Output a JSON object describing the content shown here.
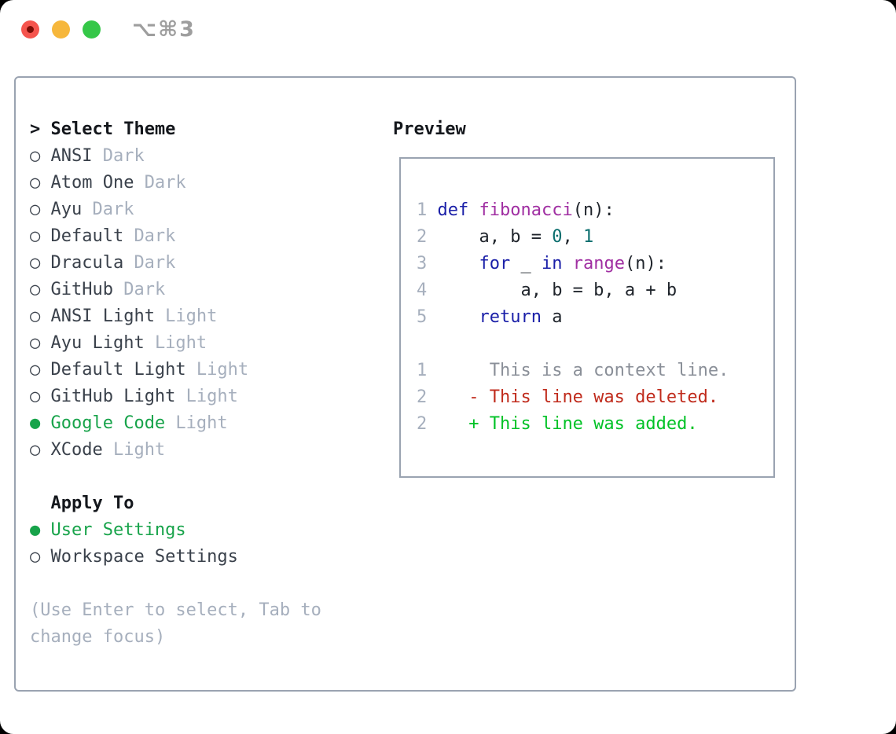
{
  "titlebar": {
    "title": "⌥⌘3"
  },
  "glyphs": {
    "radio_on": "●",
    "radio_off": "○",
    "header_marker": ">"
  },
  "colors": {
    "accent_green": "#17a34a",
    "diff_add": "#00c226",
    "diff_del": "#c02b1c",
    "keyword_blue": "#1a1fa8",
    "function_purple": "#a02fa2",
    "literal_teal": "#0b6e6e",
    "muted_gray": "#a6afbd",
    "context_gray": "#8a8f98",
    "border_gray": "#9aa3b1",
    "traffic_red": "#f5544d",
    "traffic_yellow": "#f6b73c",
    "traffic_green": "#35c748"
  },
  "sidebar": {
    "header_marker": ">",
    "header_label": "Select Theme",
    "items": [
      {
        "id": "ansi-dark",
        "name": "ANSI",
        "tag": "Dark",
        "selected": false
      },
      {
        "id": "atom-one-dark",
        "name": "Atom One",
        "tag": "Dark",
        "selected": false
      },
      {
        "id": "ayu-dark",
        "name": "Ayu",
        "tag": "Dark",
        "selected": false
      },
      {
        "id": "default-dark",
        "name": "Default",
        "tag": "Dark",
        "selected": false
      },
      {
        "id": "dracula-dark",
        "name": "Dracula",
        "tag": "Dark",
        "selected": false
      },
      {
        "id": "github-dark",
        "name": "GitHub",
        "tag": "Dark",
        "selected": false
      },
      {
        "id": "ansi-light",
        "name": "ANSI Light",
        "tag": "Light",
        "selected": false
      },
      {
        "id": "ayu-light",
        "name": "Ayu Light",
        "tag": "Light",
        "selected": false
      },
      {
        "id": "default-light",
        "name": "Default Light",
        "tag": "Light",
        "selected": false
      },
      {
        "id": "github-light",
        "name": "GitHub Light",
        "tag": "Light",
        "selected": false
      },
      {
        "id": "google-code",
        "name": "Google Code",
        "tag": "Light",
        "selected": true
      },
      {
        "id": "xcode",
        "name": "XCode",
        "tag": "Light",
        "selected": false
      }
    ],
    "apply_to": {
      "header": "Apply To",
      "options": [
        {
          "id": "user-settings",
          "name": "User Settings",
          "selected": true
        },
        {
          "id": "workspace-settings",
          "name": "Workspace Settings",
          "selected": false
        }
      ]
    },
    "hint_line1": "(Use Enter to select, Tab to",
    "hint_line2": "change focus)"
  },
  "preview": {
    "header": "Preview",
    "code_lines": [
      {
        "ln": "1",
        "tokens": [
          {
            "t": " ",
            "c": "plain"
          },
          {
            "t": "def",
            "c": "kw"
          },
          {
            "t": " ",
            "c": "plain"
          },
          {
            "t": "fibonacci",
            "c": "fn"
          },
          {
            "t": "(n):",
            "c": "plain"
          }
        ]
      },
      {
        "ln": "2",
        "tokens": [
          {
            "t": "     a, b = ",
            "c": "plain"
          },
          {
            "t": "0",
            "c": "lit"
          },
          {
            "t": ", ",
            "c": "plain"
          },
          {
            "t": "1",
            "c": "lit"
          }
        ]
      },
      {
        "ln": "3",
        "tokens": [
          {
            "t": "     ",
            "c": "plain"
          },
          {
            "t": "for",
            "c": "kw"
          },
          {
            "t": " _ ",
            "c": "plain"
          },
          {
            "t": "in",
            "c": "kw"
          },
          {
            "t": " ",
            "c": "plain"
          },
          {
            "t": "range",
            "c": "fn"
          },
          {
            "t": "(n):",
            "c": "plain"
          }
        ]
      },
      {
        "ln": "4",
        "tokens": [
          {
            "t": "         a, b = b, a + b",
            "c": "plain"
          }
        ]
      },
      {
        "ln": "5",
        "tokens": [
          {
            "t": "     ",
            "c": "plain"
          },
          {
            "t": "return",
            "c": "kw"
          },
          {
            "t": " a",
            "c": "plain"
          }
        ]
      }
    ],
    "diff_lines": [
      {
        "ln": "1",
        "tokens": [
          {
            "t": "      This is a context line.",
            "c": "ctx"
          }
        ]
      },
      {
        "ln": "2",
        "tokens": [
          {
            "t": "    ",
            "c": "ctx"
          },
          {
            "t": "- This line was deleted.",
            "c": "del"
          }
        ]
      },
      {
        "ln": "2",
        "tokens": [
          {
            "t": "    ",
            "c": "ctx"
          },
          {
            "t": "+ This line was added.",
            "c": "add"
          }
        ]
      }
    ]
  }
}
